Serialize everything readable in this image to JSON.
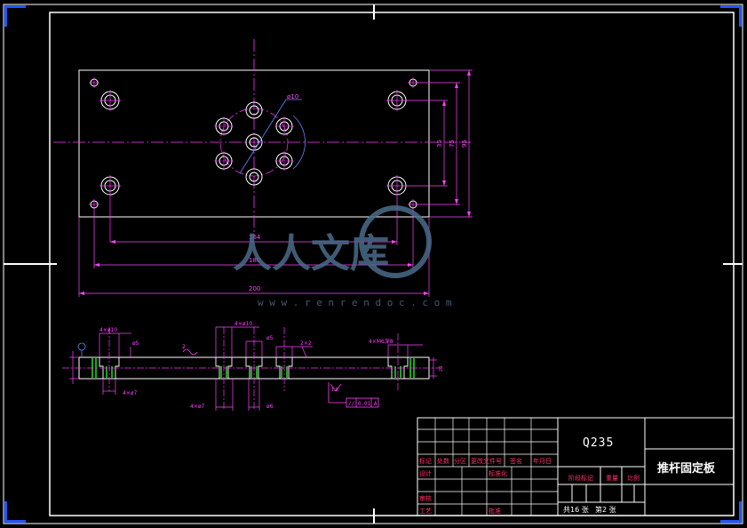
{
  "colors": {
    "background": "#000000",
    "frame": "#ffffff",
    "center_line": "#ff33ff",
    "dimension": "#ff44ff",
    "dimension_blue": "#6688ff",
    "hidden_green": "#22dd22",
    "title_red": "#ff3366",
    "corner_blue": "#2255ff",
    "watermark": "#4a6c8a"
  },
  "plan_view": {
    "dims": {
      "d_small": "ø10",
      "d_bottom_inner": "164",
      "d_bottom_mid": "180",
      "d_bottom_outer": "200",
      "d_right_inner": "35",
      "d_right_mid": "75",
      "d_right_outer": "95"
    }
  },
  "section_view": {
    "labels": {
      "top_left": "4×ø10",
      "left_small": "ø5",
      "left_tilde": "2",
      "mid_top": "4×ø10",
      "mid_small": "ø5",
      "right_mid": "2×2",
      "right_top": "4×M6深8",
      "bottom_left": "4×ø7",
      "bottom_left2": "4×ø7",
      "bottom_mid": "ø6",
      "tol_box": "// 0.01 A",
      "tri": "1.6",
      "right_thk": "20"
    }
  },
  "title_block": {
    "material": "Q235",
    "part_name": "推杆固定板",
    "row_header": [
      "标记",
      "处数",
      "分区",
      "更改文件号",
      "签名",
      "年月日"
    ],
    "row2": [
      "设计",
      "",
      "",
      "标准化",
      "",
      ""
    ],
    "row3": [
      "审核",
      "",
      "",
      "",
      "",
      ""
    ],
    "row4": [
      "工艺",
      "",
      "",
      "批准",
      "",
      ""
    ],
    "stage_label": "阶段标记",
    "weight_label": "重量",
    "scale_label": "比例",
    "sheet_total": "共16 张",
    "sheet_index": "第2 张"
  },
  "watermark": {
    "title": "人人文库",
    "url": "w w w . r e n r e n d o c . c o m"
  }
}
